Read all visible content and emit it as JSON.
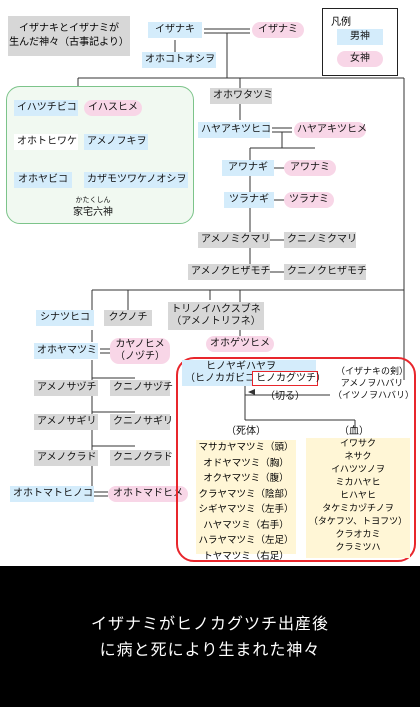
{
  "title": "イザナキとイザナミが\n生んだ神々（古事記より）",
  "legend": {
    "title": "凡例",
    "male": "男神",
    "female": "女神"
  },
  "top": {
    "izanaki": "イザナキ",
    "izanami": "イザナミ",
    "ohokoto": "オホコトオシヲ"
  },
  "kataku": {
    "ruby": "かたくしん",
    "name": "家宅六神",
    "items": [
      "イハツチビコ",
      "イハスヒメ",
      "オホトヒワケ",
      "アメノフキヲ",
      "オホヤビコ",
      "カザモツワケノオシヲ"
    ]
  },
  "mid": {
    "ohowata": "オホワタツミ",
    "hayaaki_m": "ハヤアキツヒコ",
    "hayaaki_f": "ハヤアキツヒメ",
    "awanagi": "アワナギ",
    "awanami": "アワナミ",
    "tsuranagi": "ツラナギ",
    "tsuranami": "ツラナミ",
    "amenomikumari": "アメノミクマリ",
    "kuninomikumari": "クニノミクマリ",
    "amenokuhiza": "アメノクヒザモチ",
    "kuninokuhiza": "クニノクヒザモチ"
  },
  "left": {
    "shinatsu": "シナツヒコ",
    "kukunochi": "ククノチ",
    "ohoyama": "オホヤマツミ",
    "kayanohime": "カヤノヒメ\n（ノヅチ）",
    "amenosazu": "アメノサヅチ",
    "kuninosazu": "クニノサヅチ",
    "amenosagiri": "アメノサギリ",
    "kuninosagiri": "クニノサギリ",
    "amenokurado": "アメノクラド",
    "kuninokurado": "クニノクラド",
    "ohotomato_m": "オホトマトヒノコ",
    "ohotomato_f": "オホトマドヒメ"
  },
  "tori": "トリノイハクスブネ\n（アメノトリフネ）",
  "ohogetsu": "オホゲツヒメ",
  "hinoyagi": "ヒノヤギハヤヲ",
  "hinokaga": "（ヒノカガビコ、",
  "hinokagutsuchi": "ヒノカグツチ）",
  "sword": "（イザナキの剣）\nアメノヲハバリ\n（イツノヲハバリ）",
  "kiru": "（切る）",
  "shitai": "（死体）",
  "chi": "（血）",
  "corpse_gods": "マサカヤマツミ（頭）\nオドヤマツミ（胸）\nオクヤマツミ（腹）\nクラヤマツミ（陰部）\nシギヤマツミ（左手）\nハヤマツミ（右手）\nハラヤマツミ（左足）\nトヤマツミ（右足）",
  "blood_gods": "イワサク\nネサク\nイハツツノヲ\nミカハヤヒ\nヒハヤヒ\nタケミカヅチノヲ\n（タケフツ、トヨフツ）\nクラオカミ\nクラミツハ",
  "footer": "イザナミがヒノカグツチ出産後\nに病と死により生まれた神々"
}
